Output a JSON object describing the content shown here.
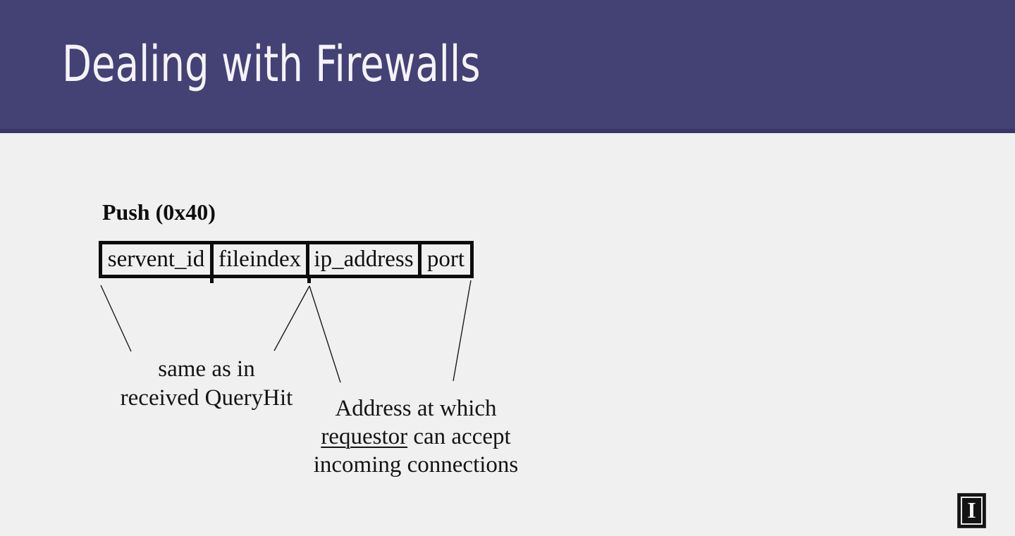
{
  "slide": {
    "title": "Dealing with Firewalls",
    "message_label": "Push (0x40)",
    "fields": [
      "servent_id",
      "fileindex",
      "ip_address",
      "port"
    ],
    "annotation_queryhit": {
      "line1": "same as in",
      "line2": "received QueryHit"
    },
    "annotation_address": {
      "line1": "Address at which",
      "line2_underlined": "requestor",
      "line2_rest": " can accept",
      "line3": "incoming connections"
    },
    "logo_letter": "I",
    "colors": {
      "header_bg": "#444174",
      "header_border": "#393765",
      "slide_bg": "#f0f0f1",
      "title_text": "#f5f3f7",
      "line_color": "#1b1b1b",
      "box_border": "#0c0c0c"
    }
  }
}
